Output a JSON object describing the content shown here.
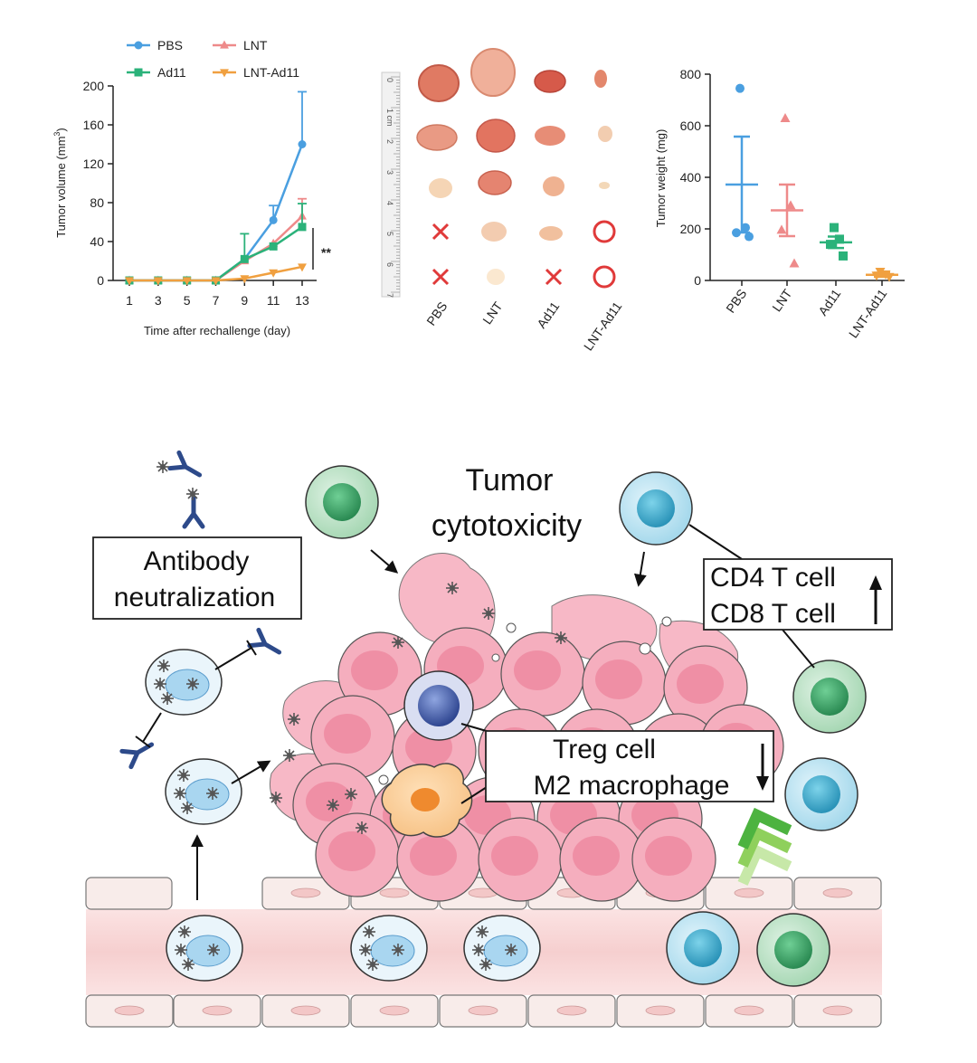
{
  "chart_data": [
    {
      "type": "line",
      "xlabel": "Time after rechallenge (day)",
      "ylabel": "Tumor volume (mm³)",
      "ylabel_main": "Tumor volume (mm",
      "ylabel_sup": "3",
      "ylabel_close": ")",
      "x": [
        1,
        3,
        5,
        7,
        9,
        11,
        13
      ],
      "xticks": [
        "1",
        "3",
        "5",
        "7",
        "9",
        "11",
        "13"
      ],
      "ylim": [
        0,
        200
      ],
      "yticks": [
        "0",
        "40",
        "80",
        "120",
        "160",
        "200"
      ],
      "significance": "**",
      "series": [
        {
          "name": "PBS",
          "color": "#4a9fe0",
          "marker": "circle",
          "values": [
            0,
            0,
            0,
            0,
            22,
            62,
            140
          ],
          "error": [
            0,
            0,
            0,
            0,
            0,
            15,
            54
          ]
        },
        {
          "name": "LNT",
          "color": "#ee8a8a",
          "marker": "triangle",
          "values": [
            0,
            0,
            0,
            0,
            20,
            38,
            66
          ],
          "error": [
            0,
            0,
            0,
            0,
            0,
            0,
            18
          ]
        },
        {
          "name": "Ad11",
          "color": "#2bb27a",
          "marker": "square",
          "values": [
            0,
            0,
            0,
            0,
            22,
            35,
            55
          ],
          "error": [
            0,
            0,
            0,
            0,
            26,
            0,
            24
          ]
        },
        {
          "name": "LNT-Ad11",
          "color": "#f0a040",
          "marker": "triangle-down",
          "values": [
            0,
            0,
            0,
            0,
            2,
            8,
            14
          ],
          "error": [
            0,
            0,
            0,
            0,
            0,
            0,
            0
          ]
        }
      ]
    },
    {
      "type": "scatter",
      "ylabel": "Tumor weight (mg)",
      "categories": [
        "PBS",
        "LNT",
        "Ad11",
        "LNT-Ad11"
      ],
      "ylim": [
        0,
        800
      ],
      "yticks": [
        "0",
        "200",
        "400",
        "600",
        "800"
      ],
      "series": [
        {
          "name": "PBS",
          "color": "#4a9fe0",
          "marker": "circle",
          "points": [
            745,
            205,
            185,
            170
          ],
          "mean": 372,
          "error": 186
        },
        {
          "name": "LNT",
          "color": "#ee8a8a",
          "marker": "triangle",
          "points": [
            628,
            290,
            195,
            65
          ],
          "mean": 272,
          "error": 100
        },
        {
          "name": "Ad11",
          "color": "#2bb27a",
          "marker": "square",
          "points": [
            205,
            160,
            140,
            95
          ],
          "mean": 148,
          "error": 22
        },
        {
          "name": "LNT-Ad11",
          "color": "#f0a040",
          "marker": "triangle-down",
          "points": [
            35,
            25,
            20,
            15
          ],
          "mean": 22,
          "error": 8
        }
      ]
    }
  ],
  "photo": {
    "categories": [
      "PBS",
      "LNT",
      "Ad11",
      "LNT-Ad11"
    ],
    "ruler_labels": [
      "0",
      "1 cm",
      "2",
      "3",
      "4",
      "5",
      "6",
      "7"
    ],
    "absent_marker_colors": {
      "x": "#e03a3a",
      "circle": "#e03a3a"
    }
  },
  "diagram": {
    "title_line1": "Tumor",
    "title_line2": "cytotoxicity",
    "antibody_box_line1": "Antibody",
    "antibody_box_line2": "neutralization",
    "tcell_box_line1": "CD4 T cell",
    "tcell_box_line2": "CD8 T cell",
    "treg_box_line1": "Treg cell",
    "treg_box_line2": "M2 macrophage",
    "colors": {
      "tumor": "#f4a9b8",
      "tumor_nucleus": "#ee8fa3",
      "green_cell": "#3ea56a",
      "blue_cell": "#3aa9c8",
      "treg": "#3b55a8",
      "macrophage": "#f0a040",
      "virus_cell": "#bfe1f4"
    }
  }
}
